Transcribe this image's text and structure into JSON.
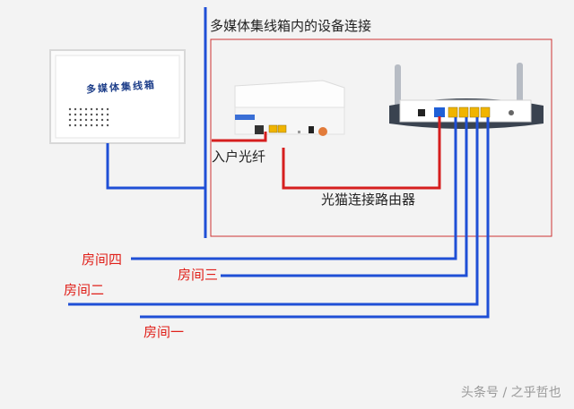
{
  "diagram": {
    "box_title": "多媒体集线箱内的设备连接",
    "cabinet_label": "多媒体集线箱",
    "fiber_label": "入户光纤",
    "modem_router_label": "光猫连接路由器",
    "rooms": {
      "room4": "房间四",
      "room3": "房间三",
      "room2": "房间二",
      "room1": "房间一"
    },
    "watermark": "头条号 / 之乎哲也"
  },
  "colors": {
    "blue_cable": "#1f4fd6",
    "red_cable": "#d61e1e",
    "room_label": "#e0201a",
    "box_border": "#c33",
    "port_yellow": "#f0b400",
    "port_blue": "#1f5fd6"
  }
}
